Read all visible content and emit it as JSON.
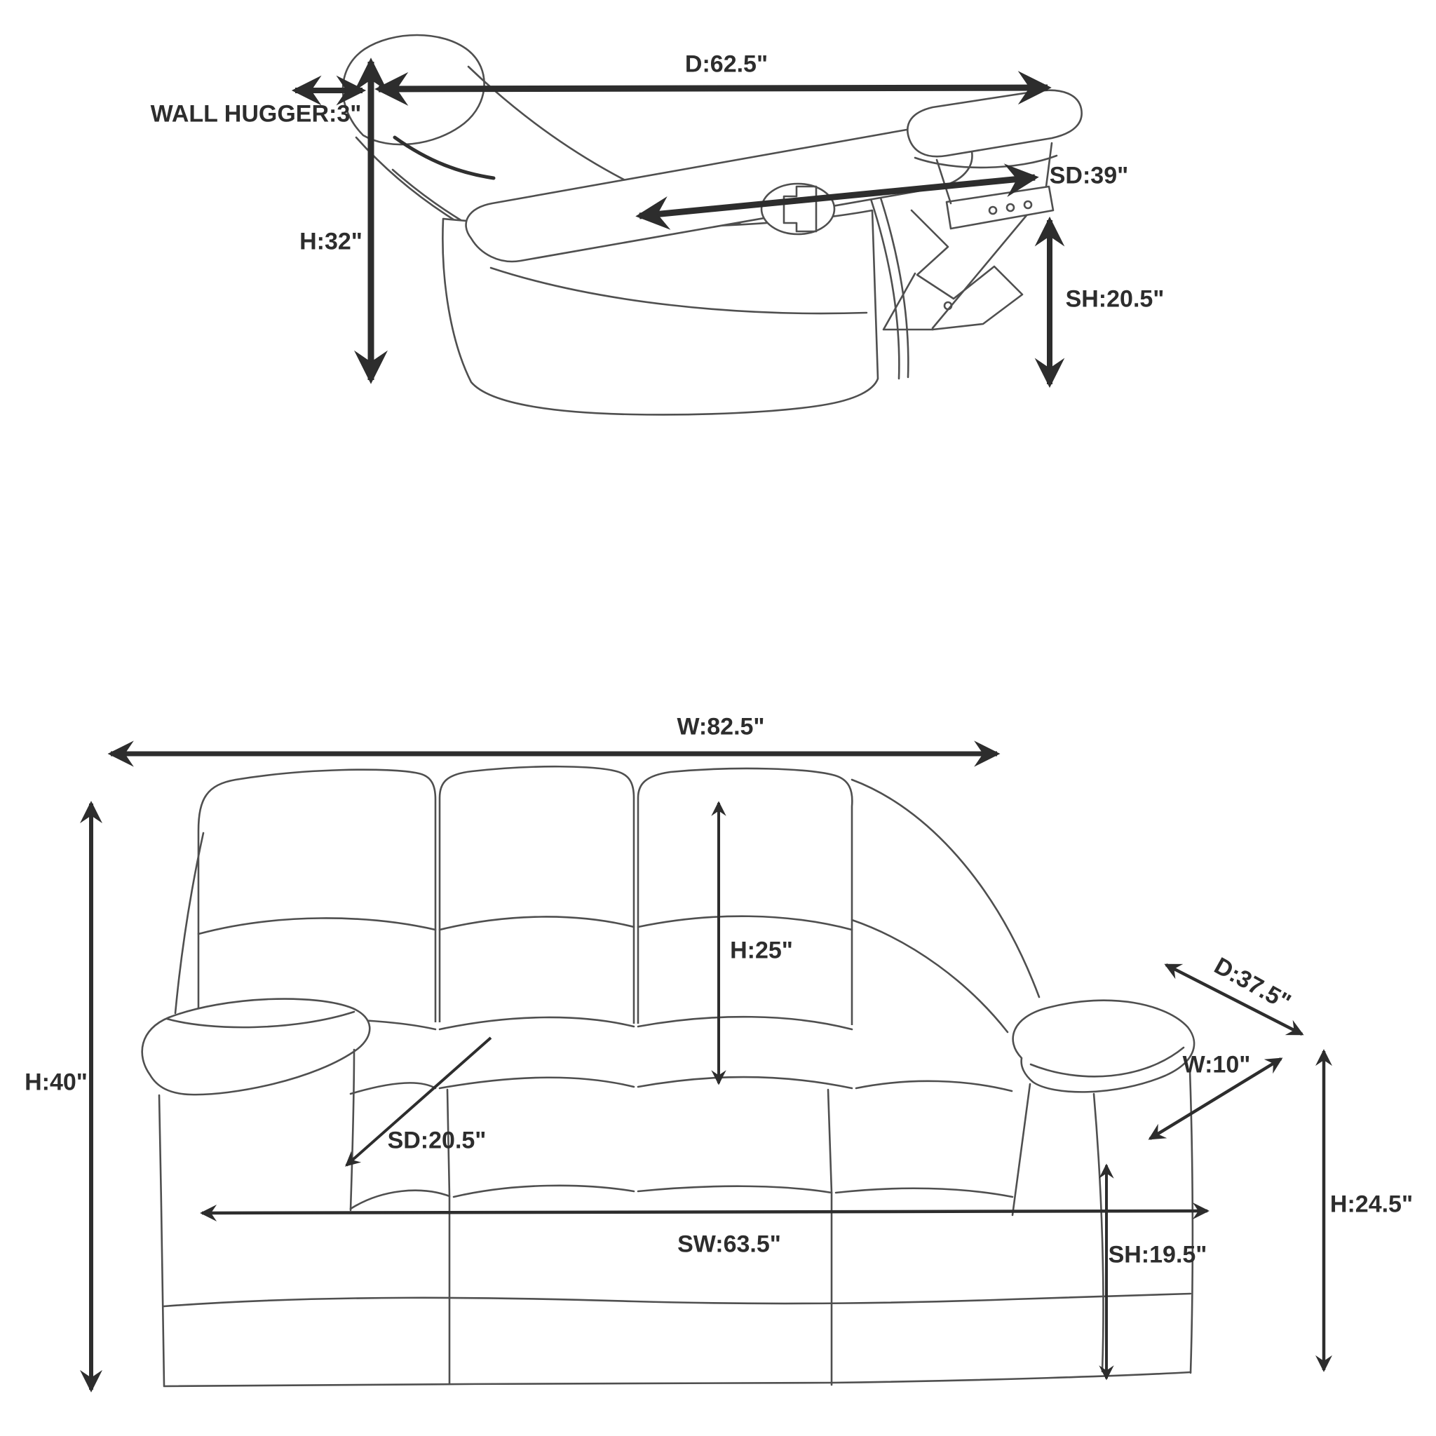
{
  "colors": {
    "background": "#ffffff",
    "ink": "#2d2d2d",
    "art_line": "#4f4f4f"
  },
  "units": "inches",
  "side_view": {
    "name": "reclining chair side view (fully reclined)",
    "depth_label": "D:62.5\"",
    "wall_hugger_label": "WALL HUGGER:3\"",
    "height_label": "H:32\"",
    "seat_depth_label": "SD:39\"",
    "seat_height_label": "SH:20.5\"",
    "measurements": [
      {
        "key": "D",
        "value": 62.5
      },
      {
        "key": "WALL HUGGER",
        "value": 3
      },
      {
        "key": "H",
        "value": 32
      },
      {
        "key": "SD",
        "value": 39
      },
      {
        "key": "SH",
        "value": 20.5
      }
    ]
  },
  "front_view": {
    "name": "reclining sofa front view",
    "width_label": "W:82.5\"",
    "back_height_label": "H:25\"",
    "depth_label": "D:37.5\"",
    "arm_width_label": "W:10\"",
    "height_label": "H:40\"",
    "seat_depth_label": "SD:20.5\"",
    "seat_width_label": "SW:63.5\"",
    "seat_height_label": "SH:19.5\"",
    "arm_height_label": "H:24.5\"",
    "measurements": [
      {
        "key": "W",
        "value": 82.5
      },
      {
        "key": "H back",
        "value": 25
      },
      {
        "key": "D",
        "value": 37.5
      },
      {
        "key": "W arm",
        "value": 10
      },
      {
        "key": "H",
        "value": 40
      },
      {
        "key": "SD",
        "value": 20.5
      },
      {
        "key": "SW",
        "value": 63.5
      },
      {
        "key": "SH",
        "value": 19.5
      },
      {
        "key": "H arm",
        "value": 24.5
      }
    ]
  }
}
